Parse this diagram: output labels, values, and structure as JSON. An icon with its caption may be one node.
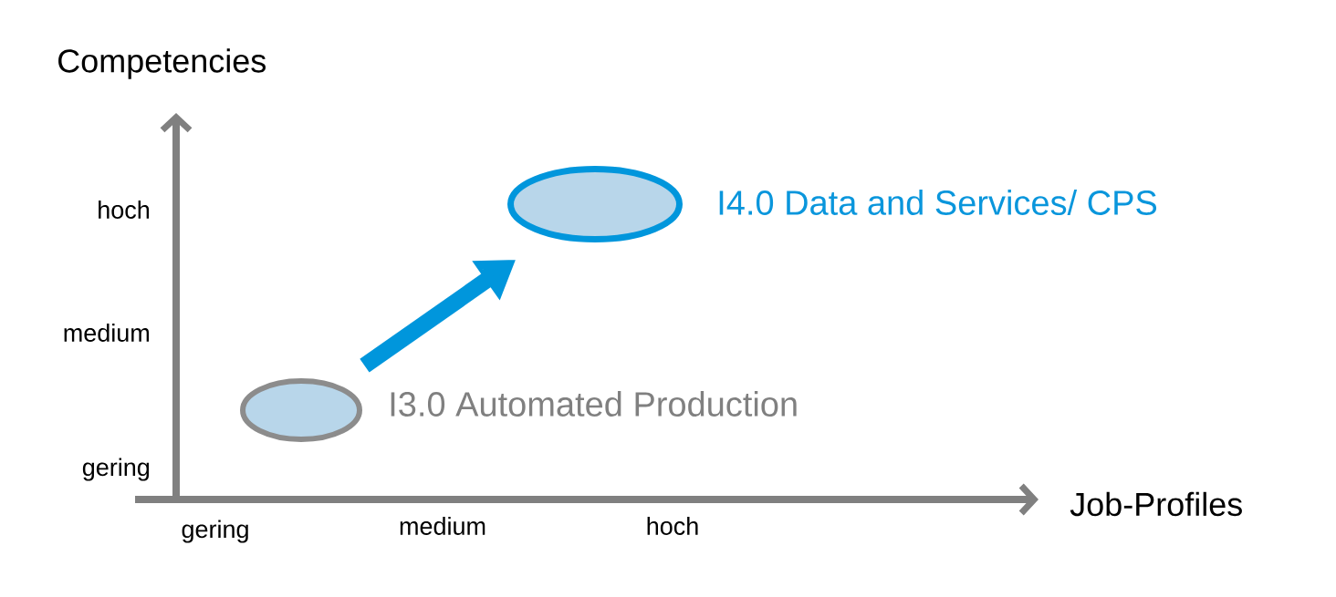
{
  "diagram": {
    "nodes": [
      {
        "text": [],
        "shape": "ellipse",
        "beside": [
          "I3.0 Automated Production"
        ]
      },
      {
        "text": [],
        "shape": "ellipse",
        "beside": [
          "I4.0 Data and Services/ CPS"
        ]
      }
    ],
    "edges": [
      {
        "from": 0,
        "to": 1,
        "arrow": "to",
        "color": "#0096dc"
      }
    ],
    "labels": [
      "Competencies",
      "hoch",
      "medium",
      "gering",
      "Job-Profiles",
      "gering",
      "medium",
      "hoch"
    ]
  }
}
